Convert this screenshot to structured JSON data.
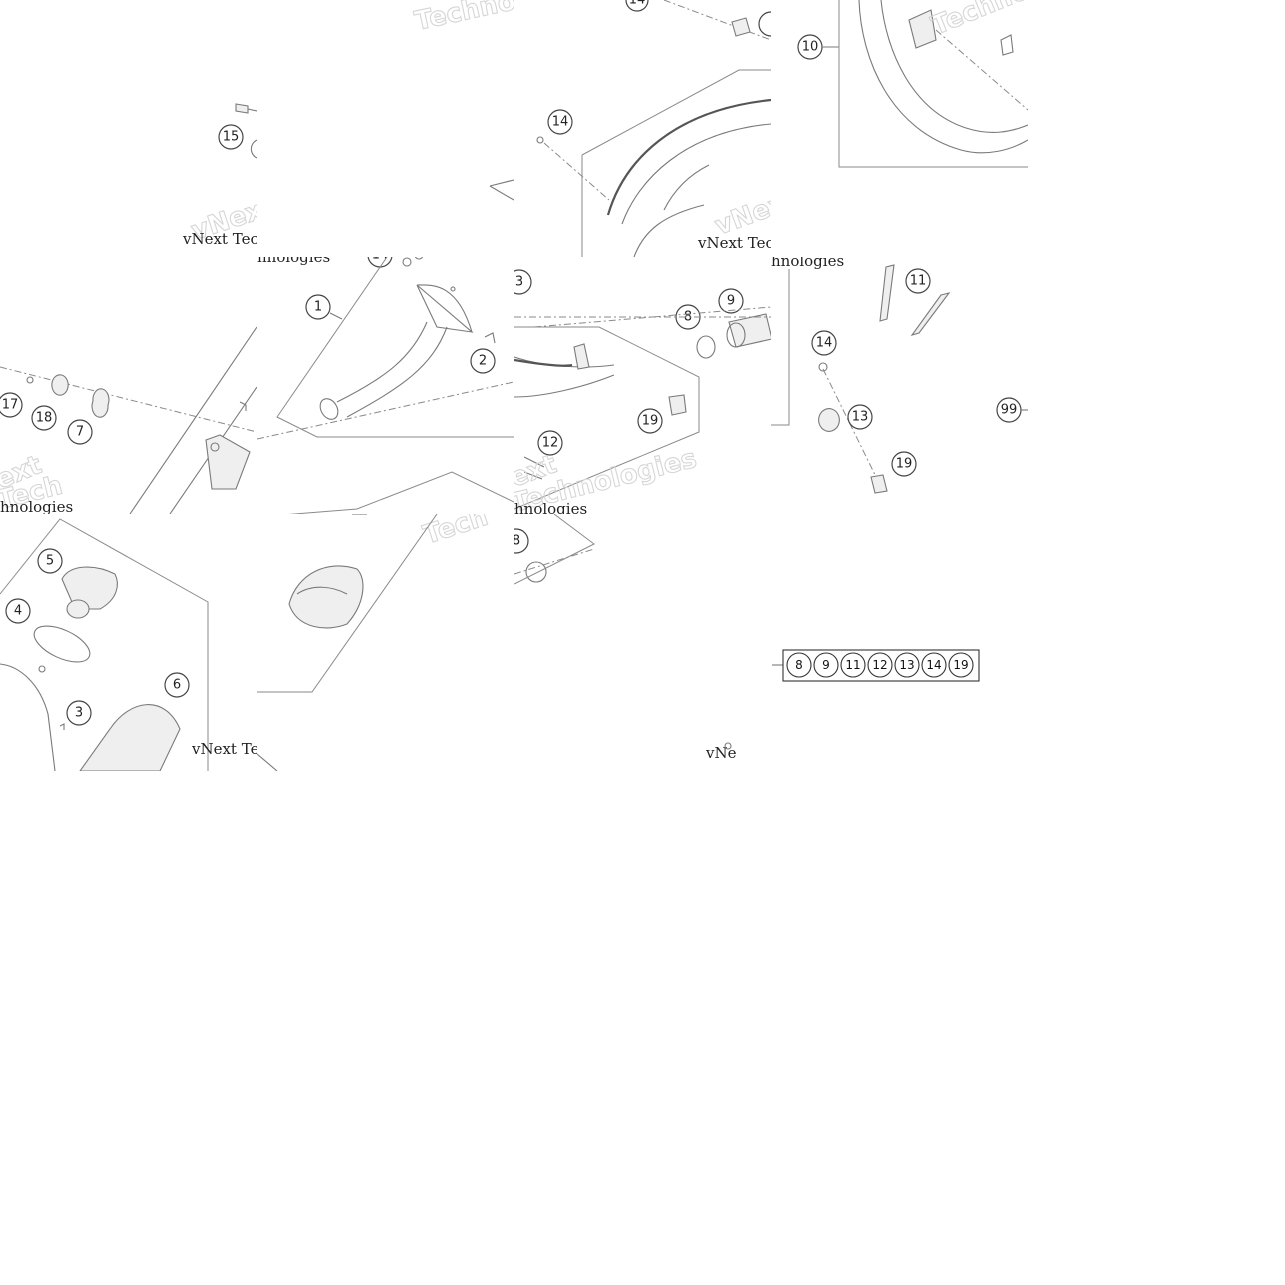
{
  "watermark": {
    "brand": "vNext Technologies",
    "brand_short": "vNext Tec",
    "brand_tail": "hnologies",
    "techno": "Techno",
    "tech": "Tech",
    "technologies": "Technologies",
    "next": "vNext",
    "ext": "ext",
    "vne": "vNe"
  },
  "callouts": {
    "c1": "1",
    "c2": "2",
    "c3": "3",
    "c4": "4",
    "c5": "5",
    "c6": "6",
    "c7": "7",
    "c8": "8",
    "c9": "9",
    "c10": "10",
    "c11": "11",
    "c12": "12",
    "c13": "13",
    "c14": "14",
    "c15": "15",
    "c17": "17",
    "c18": "18",
    "c19": "19",
    "c99": "99"
  },
  "kit_numbers": [
    "8",
    "9",
    "11",
    "12",
    "13",
    "14",
    "19"
  ]
}
